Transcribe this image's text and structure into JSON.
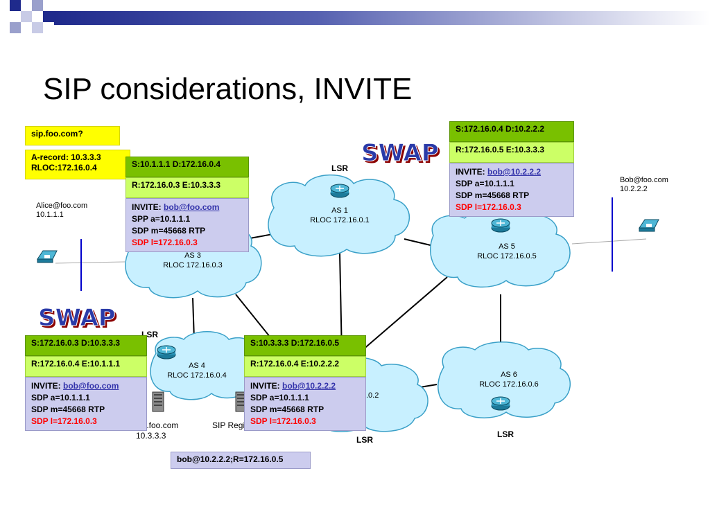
{
  "title": "SIP considerations, INVITE",
  "swap_label": "SWAP",
  "query": {
    "question": "sip.foo.com?",
    "answer_line1": "A-record: 10.3.3.3",
    "answer_line2": "RLOC:172.16.0.4"
  },
  "alice": {
    "line1": "Alice@foo.com",
    "line2": "10.1.1.1"
  },
  "bob": {
    "line1": "Bob@foo.com",
    "line2": "10.2.2.2"
  },
  "server": {
    "line1": "sip.foo.com",
    "line2": "10.3.3.3"
  },
  "registrar": "SIP Registrar",
  "binding": "bob@10.2.2.2;R=172.16.0.5",
  "lsr": "LSR",
  "clouds": [
    {
      "name": "AS 1",
      "rloc": "RLOC 172.16.0.1"
    },
    {
      "name": "AS 3",
      "rloc": "RLOC 172.16.0.3"
    },
    {
      "name": "AS 4",
      "rloc": "RLOC 172.16.0.4"
    },
    {
      "name": "AS 5",
      "rloc": "RLOC 172.16.0.5"
    },
    {
      "name": "AS 6",
      "rloc": "RLOC 172.16.0.6"
    },
    {
      "name": "",
      "rloc": ".0.2"
    }
  ],
  "boxes": {
    "b1": {
      "row1": "S:10.1.1.1 D:172.16.0.4",
      "row2": "R:172.16.0.3 E:10.3.3.3",
      "invite": "INVITE: ",
      "uri": "bob@foo.com",
      "line_a": "SPP a=10.1.1.1",
      "line_m": "SDP m=45668 RTP",
      "line_l": "SDP l=172.16.0.3"
    },
    "b2": {
      "row1": "S:172.16.0.4 D:10.2.2.2",
      "row2": "R:172.16.0.5 E:10.3.3.3",
      "invite": "INVITE: ",
      "uri": "bob@10.2.2.2",
      "line_a": "SDP a=10.1.1.1",
      "line_m": "SDP m=45668 RTP",
      "line_l": "SDP l=172.16.0.3"
    },
    "b3": {
      "row1": "S:172.16.0.3 D:10.3.3.3",
      "row2": "R:172.16.0.4 E:10.1.1.1",
      "invite": "INVITE: ",
      "uri": "bob@foo.com",
      "line_a": "SDP a=10.1.1.1",
      "line_m": "SDP m=45668 RTP",
      "line_l": "SDP l=172.16.0.3"
    },
    "b4": {
      "row1": "S:10.3.3.3 D:172.16.0.5",
      "row2": "R:172.16.0.4 E:10.2.2.2",
      "invite": "INVITE: ",
      "uri": "bob@10.2.2.2",
      "line_a": "SDP a=10.1.1.1",
      "line_m": "SDP m=45668 RTP",
      "line_l": "SDP l=172.16.0.3"
    }
  },
  "colors": {
    "green": "#79c000",
    "lightgreen": "#ccff66",
    "lavender": "#ccccee",
    "yellow": "#ffff00",
    "cloud": "#c8f0ff",
    "swap": "#2a3aa8",
    "red": "#ff0000"
  },
  "icons": [
    "router-icon",
    "ip-phone-icon",
    "server-icon"
  ]
}
